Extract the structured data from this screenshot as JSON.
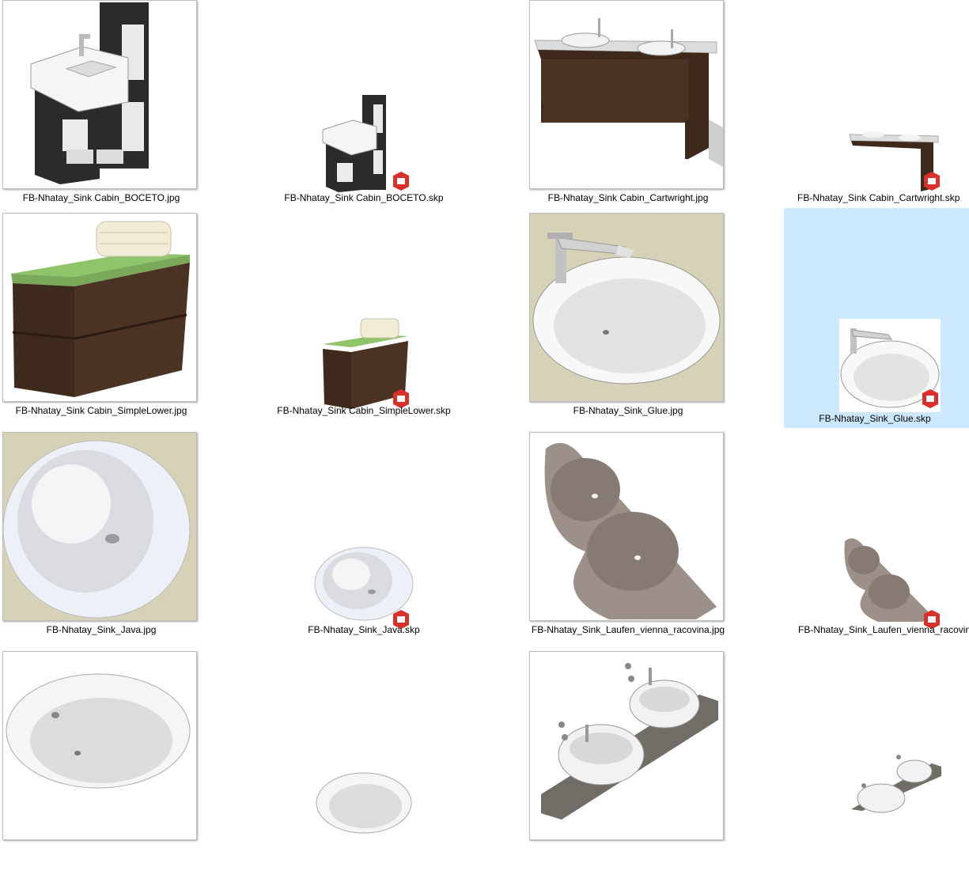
{
  "files": [
    {
      "name": "FB-Nhatay_Sink Cabin_BOCETO.jpg",
      "type": "jpg",
      "icon": "vanity-cabinet-dark-icon"
    },
    {
      "name": "FB-Nhatay_Sink Cabin_BOCETO.skp",
      "type": "skp",
      "icon": "vanity-cabinet-dark-icon"
    },
    {
      "name": "FB-Nhatay_Sink Cabin_Cartwright.jpg",
      "type": "jpg",
      "icon": "double-vanity-wood-icon"
    },
    {
      "name": "FB-Nhatay_Sink Cabin_Cartwright.skp",
      "type": "skp",
      "icon": "double-vanity-wood-icon"
    },
    {
      "name": "FB-Nhatay_Sink Cabin_SimpleLower.jpg",
      "type": "jpg",
      "icon": "wood-cabinet-green-top-icon"
    },
    {
      "name": "FB-Nhatay_Sink Cabin_SimpleLower.skp",
      "type": "skp",
      "icon": "wood-cabinet-green-top-icon"
    },
    {
      "name": "FB-Nhatay_Sink_Glue.jpg",
      "type": "jpg",
      "icon": "round-basin-faucet-icon"
    },
    {
      "name": "FB-Nhatay_Sink_Glue.skp",
      "type": "skp",
      "icon": "round-basin-faucet-icon",
      "selected": true
    },
    {
      "name": "FB-Nhatay_Sink_Java.jpg",
      "type": "jpg",
      "icon": "oval-basin-icon"
    },
    {
      "name": "FB-Nhatay_Sink_Java.skp",
      "type": "skp",
      "icon": "oval-basin-icon"
    },
    {
      "name": "FB-Nhatay_Sink_Laufen_vienna_racovina.jpg",
      "type": "jpg",
      "icon": "marble-double-basin-icon"
    },
    {
      "name": "FB-Nhatay_Sink_Laufen_vienna_racovina.",
      "type": "skp",
      "icon": "marble-double-basin-icon"
    },
    {
      "name": "",
      "type": "jpg",
      "icon": "oval-tub-basin-icon"
    },
    {
      "name": "",
      "type": "skp",
      "icon": "oval-tub-basin-icon"
    },
    {
      "name": "",
      "type": "jpg",
      "icon": "twin-vessel-sinks-icon"
    },
    {
      "name": "",
      "type": "skp",
      "icon": "twin-vessel-sinks-icon"
    }
  ],
  "colors": {
    "selection": "#cce8ff",
    "sketchup_badge": "#d9302a",
    "wood_dark": "#3e2a1c",
    "cabinet_black": "#2b2b2b",
    "green_top": "#8fc46a",
    "marble": "#9b918a",
    "beige_bg": "#d6d2b8"
  }
}
